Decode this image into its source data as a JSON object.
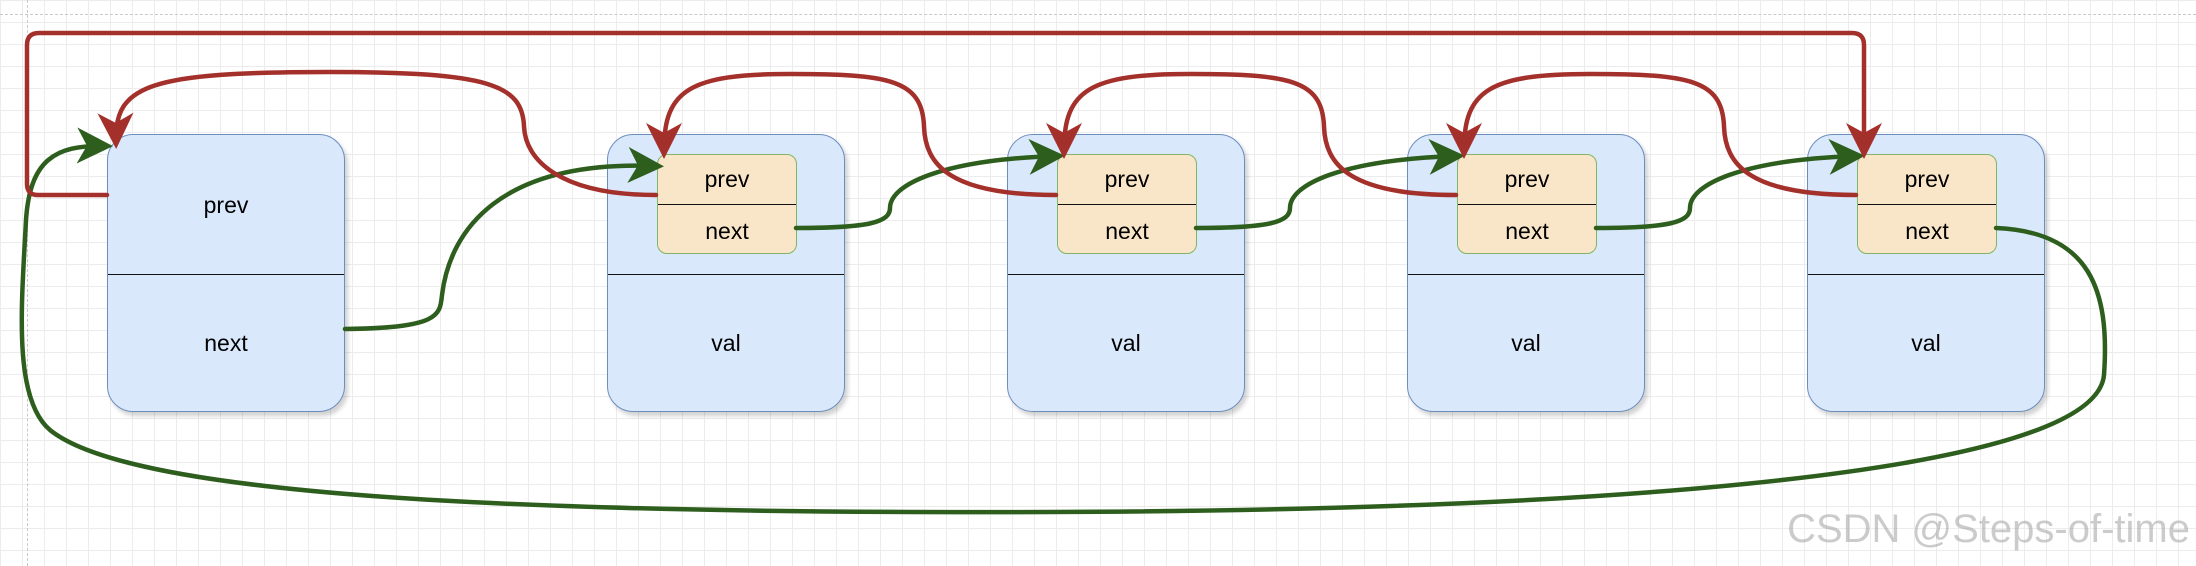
{
  "head_node": {
    "prev_label": "prev",
    "next_label": "next"
  },
  "data_nodes": [
    {
      "prev_label": "prev",
      "next_label": "next",
      "val_label": "val"
    },
    {
      "prev_label": "prev",
      "next_label": "next",
      "val_label": "val"
    },
    {
      "prev_label": "prev",
      "next_label": "next",
      "val_label": "val"
    },
    {
      "prev_label": "prev",
      "next_label": "next",
      "val_label": "val"
    }
  ],
  "colors": {
    "next_link": "#2d5e1e",
    "prev_link": "#a3302a",
    "node_fill": "#dae8fc",
    "field_fill": "#f9e6c9"
  },
  "watermark": "CSDN @Steps-of-time"
}
